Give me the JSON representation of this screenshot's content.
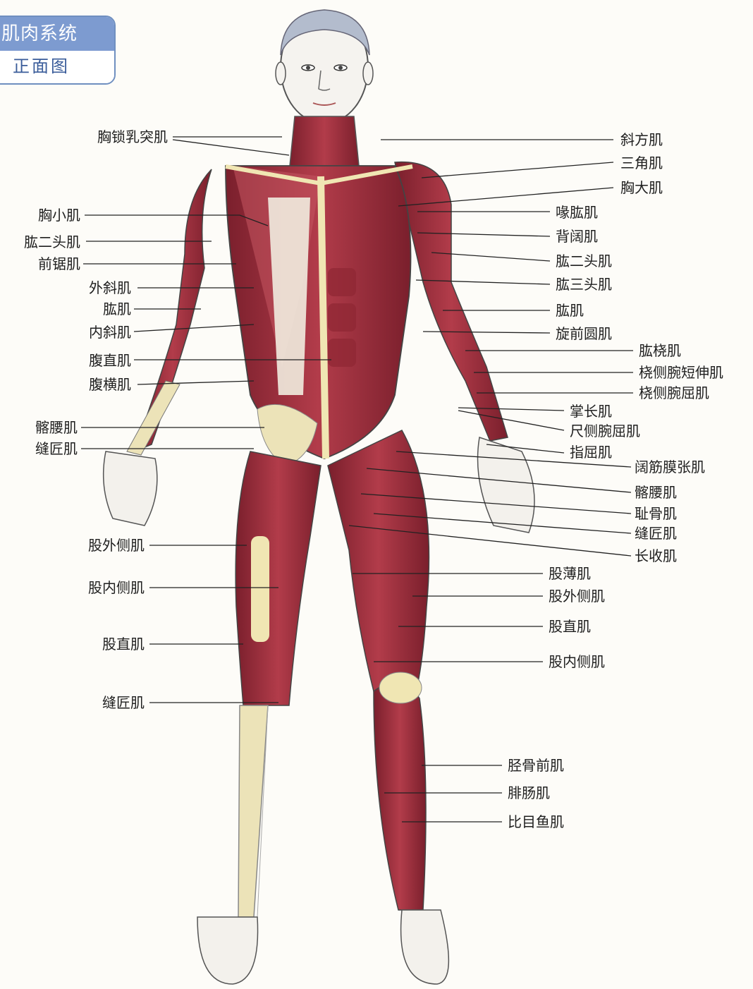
{
  "header": {
    "title": "肌肉系统",
    "subtitle": "正面图"
  },
  "labels": [
    {
      "id": "l1",
      "text": "胸锁乳突肌"
    },
    {
      "id": "l2",
      "text": "胸小肌"
    },
    {
      "id": "l3",
      "text": "肱二头肌"
    },
    {
      "id": "l4",
      "text": "前锯肌"
    },
    {
      "id": "l5",
      "text": "外斜肌"
    },
    {
      "id": "l6",
      "text": "肱肌"
    },
    {
      "id": "l7",
      "text": "内斜肌"
    },
    {
      "id": "l8",
      "text": "腹直肌"
    },
    {
      "id": "l9",
      "text": "腹横肌"
    },
    {
      "id": "l10",
      "text": "髂腰肌"
    },
    {
      "id": "l11",
      "text": "缝匠肌"
    },
    {
      "id": "l12",
      "text": "股外侧肌"
    },
    {
      "id": "l13",
      "text": "股内侧肌"
    },
    {
      "id": "l14",
      "text": "股直肌"
    },
    {
      "id": "l15",
      "text": "缝匠肌"
    },
    {
      "id": "r1",
      "text": "斜方肌"
    },
    {
      "id": "r2",
      "text": "三角肌"
    },
    {
      "id": "r3",
      "text": "胸大肌"
    },
    {
      "id": "r4",
      "text": "喙肱肌"
    },
    {
      "id": "r5",
      "text": "背阔肌"
    },
    {
      "id": "r6",
      "text": "肱二头肌"
    },
    {
      "id": "r7",
      "text": "肱三头肌"
    },
    {
      "id": "r8",
      "text": "肱肌"
    },
    {
      "id": "r9",
      "text": "旋前圆肌"
    },
    {
      "id": "r10",
      "text": "肱桡肌"
    },
    {
      "id": "r11",
      "text": "桡侧腕短伸肌"
    },
    {
      "id": "r12",
      "text": "桡侧腕屈肌"
    },
    {
      "id": "r13",
      "text": "掌长肌"
    },
    {
      "id": "r14",
      "text": "尺侧腕屈肌"
    },
    {
      "id": "r15",
      "text": "指屈肌"
    },
    {
      "id": "r16",
      "text": "阔筋膜张肌"
    },
    {
      "id": "r17",
      "text": "髂腰肌"
    },
    {
      "id": "r18",
      "text": "耻骨肌"
    },
    {
      "id": "r19",
      "text": "缝匠肌"
    },
    {
      "id": "r20",
      "text": "长收肌"
    },
    {
      "id": "r21",
      "text": "股薄肌"
    },
    {
      "id": "r22",
      "text": "股外侧肌"
    },
    {
      "id": "r23",
      "text": "股直肌"
    },
    {
      "id": "r24",
      "text": "股内侧肌"
    },
    {
      "id": "r25",
      "text": "胫骨前肌"
    },
    {
      "id": "r26",
      "text": "腓肠肌"
    },
    {
      "id": "r27",
      "text": "比目鱼肌"
    }
  ],
  "colors": {
    "muscle": "#a8323f",
    "muscle_dark": "#7a1f2c",
    "tendon": "#efe3a6",
    "skin": "#f3f1ec",
    "hair": "#aeb6c8",
    "accent": "#7d9bd0"
  }
}
